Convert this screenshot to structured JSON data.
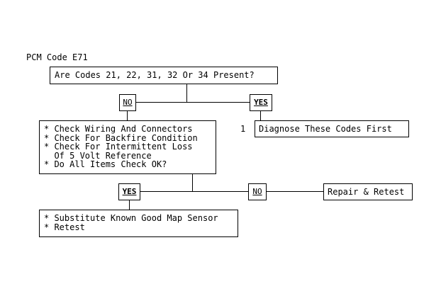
{
  "header": {
    "code_label": "PCM Code E71"
  },
  "question_box": {
    "text": "Are Codes 21, 22, 31, 32 Or 34 Present?"
  },
  "branch1": {
    "no_label": "NO",
    "yes_label": "YES"
  },
  "step_number": "1",
  "diagnose_box": {
    "text": "Diagnose These Codes First"
  },
  "checks_box": {
    "lines": [
      "* Check Wiring And Connectors",
      "* Check For Backfire Condition",
      "* Check For Intermittent Loss",
      "  Of 5 Volt Reference",
      "* Do All Items Check OK?"
    ]
  },
  "branch2": {
    "yes_label": "YES",
    "no_label": "NO"
  },
  "repair_box": {
    "text": "Repair & Retest"
  },
  "substitute_box": {
    "lines": [
      "* Substitute Known Good Map Sensor",
      "* Retest"
    ]
  }
}
